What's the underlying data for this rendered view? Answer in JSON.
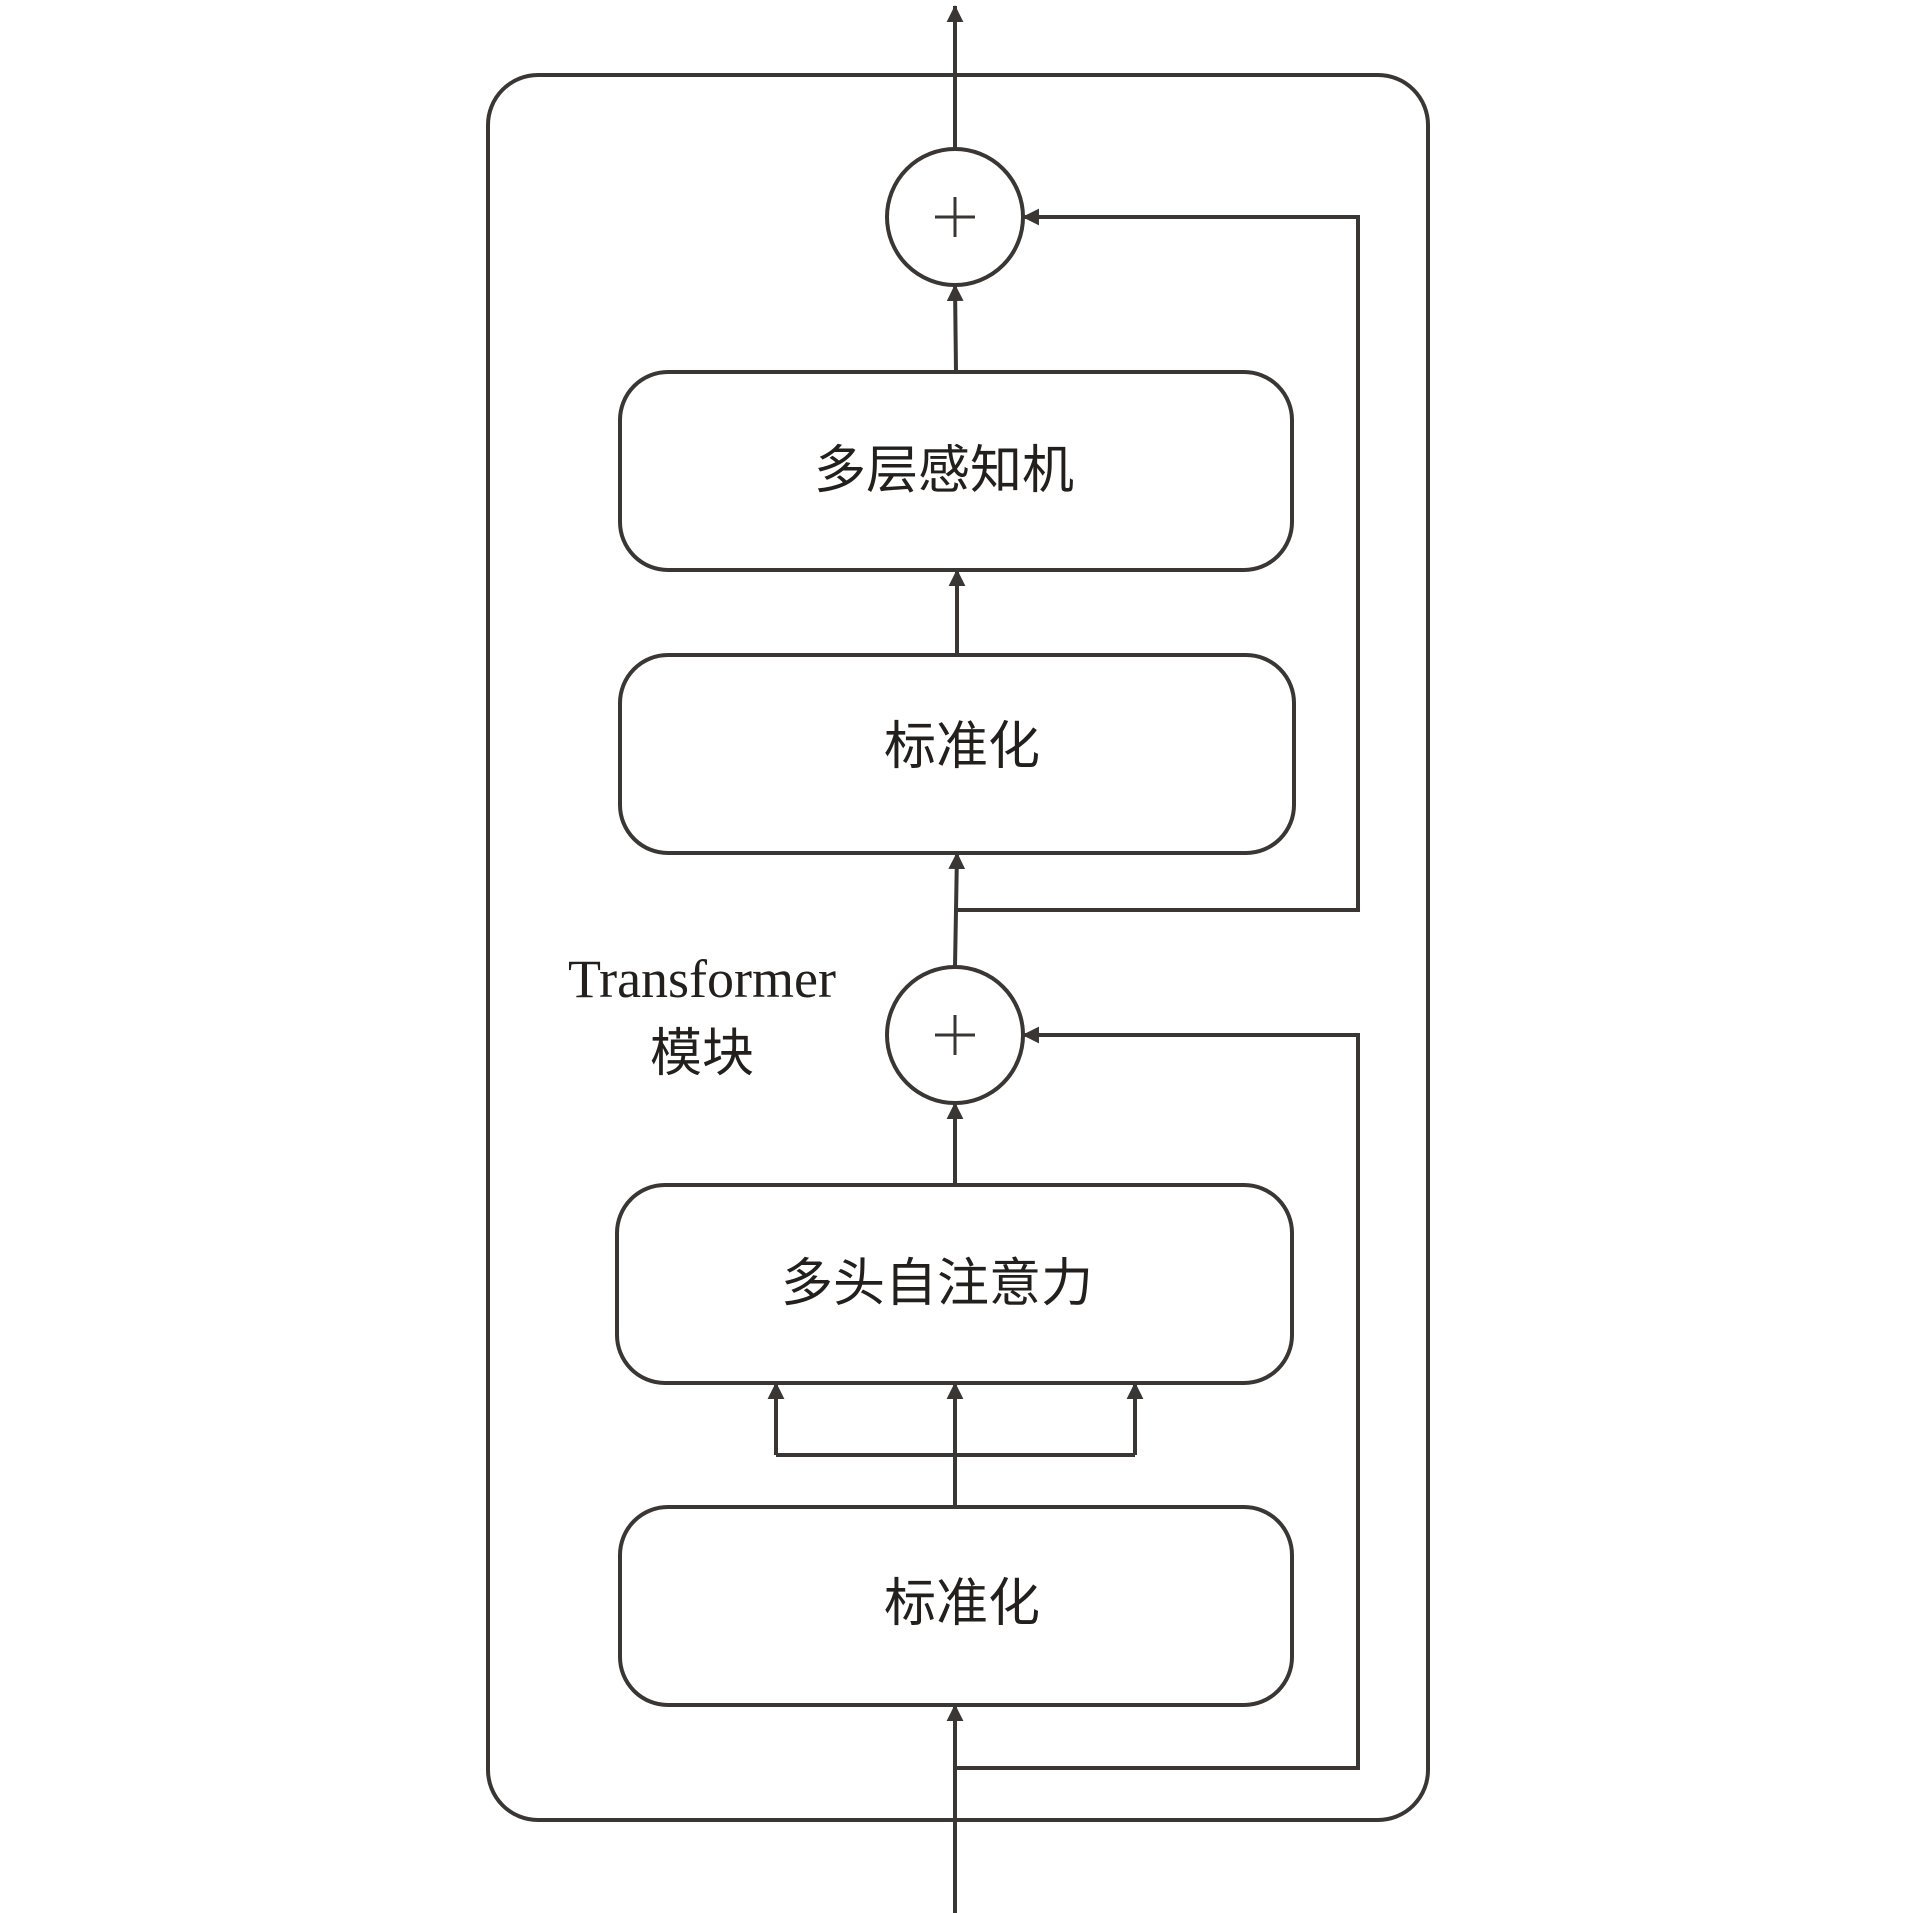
{
  "colors": {
    "stroke": "#3a3633",
    "text": "#231f1c",
    "background": "#ffffff"
  },
  "module": {
    "label_line1": "Transformer",
    "label_line2": "模块"
  },
  "blocks": {
    "mlp": "多层感知机",
    "norm_top": "标准化",
    "mhsa": "多头自注意力",
    "norm_bottom": "标准化"
  },
  "adders": {
    "top": "+",
    "bottom": "+"
  }
}
